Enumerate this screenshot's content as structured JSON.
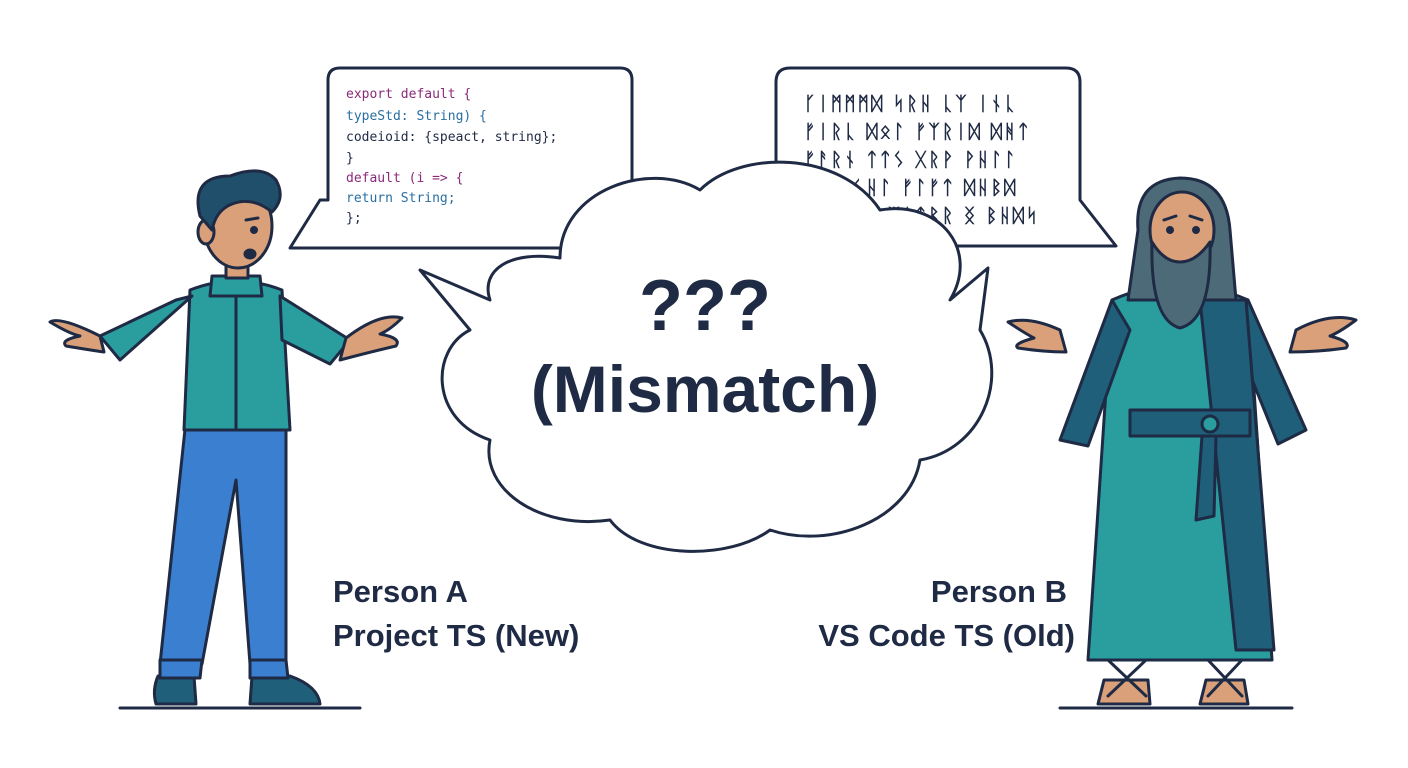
{
  "code_bubble": {
    "lines": [
      "export default {",
      "  typeStd: String) {",
      "    codeioid: {speact, string};",
      "  }",
      "  default (i => {",
      "    return String;",
      "  };"
    ]
  },
  "rune_bubble": {
    "lines": [
      "ᚴᛁᛗᛗᛗᛞ ᛋᚱᚺ ᚳᛉ ᛁᚾᚳ",
      "ᚠᛁᚱᚳ ᛞᛟᛚ ᚠᛉᚱᛁᛞ ᛞᚻᛏ",
      "ᚠᚨᚱᚾ ᛏᛏᛊ ᚷᚱᚹ ᚹᚺᛚᛚ",
      "ᚠᚺᛗ ᛊᚺᛚ ᚠᛚᚠᛏ ᛞᚺᛒᛞ",
      "ᚹᚺᛏ ᛚᛊ ᛉᛁᛏᛒᚱ ᛝ ᛒᚺᛞᛋ"
    ]
  },
  "center": {
    "question": "???",
    "word": "(Mismatch)"
  },
  "person_a": {
    "name": "Person A",
    "role": "Project TS (New)"
  },
  "person_b": {
    "name": "Person B",
    "role": "VS Code TS (Old)"
  },
  "colors": {
    "outline": "#1f2a44",
    "teal": "#2a9d9f",
    "dark_teal": "#1f5f7a",
    "blue_jeans": "#3a7fd0",
    "skin": "#d9a07a",
    "hair_a": "#1f4f6b",
    "hair_b": "#4d6a78",
    "keyword": "#8b2a7a",
    "type": "#2a6f9f"
  }
}
